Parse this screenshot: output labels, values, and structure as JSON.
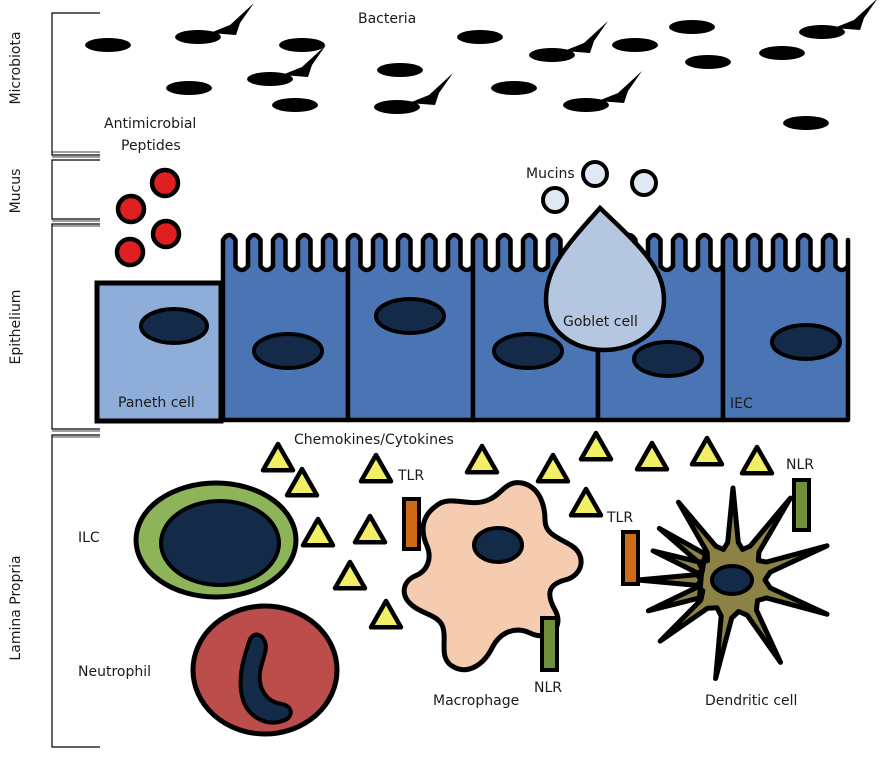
{
  "layers": {
    "microbiota": "Microbiota",
    "mucus": "Mucus",
    "epithelium": "Epithelium",
    "lamina_propria": "Lamina Propria"
  },
  "labels": {
    "bacteria": "Bacteria",
    "amp_line1": "Antimicrobial",
    "amp_line2": "Peptides",
    "mucins": "Mucins",
    "goblet_cell": "Goblet cell",
    "paneth_cell": "Paneth cell",
    "iec": "IEC",
    "chemokines": "Chemokines/Cytokines",
    "ilc": "ILC",
    "neutrophil": "Neutrophil",
    "macrophage": "Macrophage",
    "dendritic_cell": "Dendritic cell",
    "tlr_macrophage": "TLR",
    "nlr_macrophage": "NLR",
    "tlr_dendritic": "TLR",
    "nlr_dendritic": "NLR"
  },
  "colors": {
    "epithelial_cell": "#4a74b4",
    "paneth_cell": "#8eadd8",
    "goblet_cell": "#b4c6e0",
    "nucleus": "#132a48",
    "mucin": "#dfe8f4",
    "antimicrobial_peptide": "#e02020",
    "cytokine": "#f2ee66",
    "ilc_ring": "#8eb45a",
    "neutrophil": "#bb4d4b",
    "macrophage": "#f6ccb0",
    "dendritic_cell": "#8c8246",
    "tlr_receptor": "#cf6a16",
    "nlr_receptor": "#6f8f3a",
    "bacteria": "#000000"
  }
}
